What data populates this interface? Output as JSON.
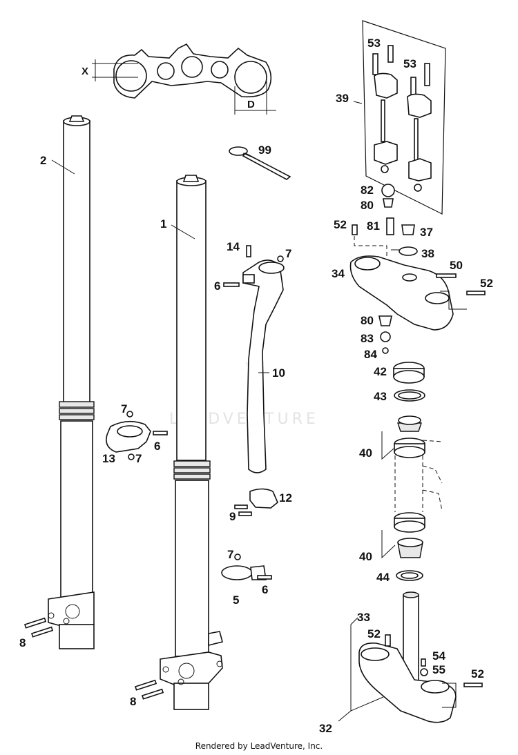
{
  "dimension_labels": [
    "X",
    "D"
  ],
  "watermark": "LEADVENTURE",
  "footer": "Rendered by LeadVenture, Inc.",
  "callouts": {
    "c53a": "53",
    "c53b": "53",
    "c39": "39",
    "c99": "99",
    "c2": "2",
    "c1": "1",
    "c82": "82",
    "c80a": "80",
    "c81": "81",
    "c52a": "52",
    "c37": "37",
    "c38": "38",
    "c34": "34",
    "c50": "50",
    "c52b": "52",
    "c14": "14",
    "c7a": "7",
    "c6a": "6",
    "c10": "10",
    "c80b": "80",
    "c83": "83",
    "c84": "84",
    "c42": "42",
    "c43": "43",
    "c7b": "7",
    "c6b": "6",
    "c13": "13",
    "c7c": "7",
    "c40a": "40",
    "c12": "12",
    "c9": "9",
    "c40b": "40",
    "c7d": "7",
    "c5": "5",
    "c6c": "6",
    "c44": "44",
    "c33": "33",
    "c52c": "52",
    "c8a": "8",
    "c54": "54",
    "c55": "55",
    "c52d": "52",
    "c8b": "8",
    "c32": "32"
  }
}
